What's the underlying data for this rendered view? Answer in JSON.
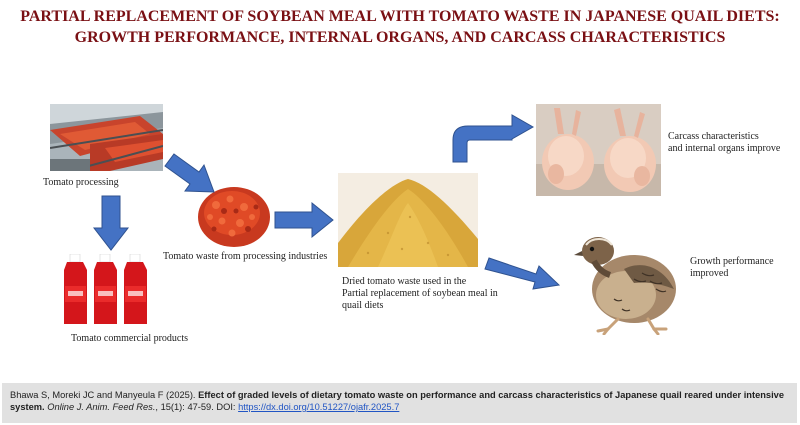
{
  "title": {
    "line1": "PARTIAL REPLACEMENT OF SOYBEAN MEAL WITH TOMATO WASTE IN JAPANESE QUAIL DIETS:",
    "line2": "GROWTH PERFORMANCE, INTERNAL ORGANS, AND CARCASS CHARACTERISTICS"
  },
  "labels": {
    "tomato_processing": "Tomato processing",
    "tomato_waste": "Tomato waste from processing industries",
    "commercial_products": "Tomato commercial products",
    "dried_line1": "Dried tomato waste used in the",
    "dried_line2": "Partial replacement of soybean meal in",
    "dried_line3": "quail diets",
    "carcass_line1": "Carcass characteristics",
    "carcass_line2": "and internal organs improve",
    "growth_line1": "Growth performance",
    "growth_line2": "improved"
  },
  "citation": {
    "authors": "Bhawa S, Moreki JC and Manyeula F (2025).",
    "title": "Effect of graded levels of dietary tomato waste on performance and carcass characteristics of Japanese quail reared under intensive system.",
    "journal": "Online J. Anim. Feed Res.",
    "volume": ", 15(1): 47-59. DOI:",
    "doi": "https://dx.doi.org/10.51227/ojafr.2025.7"
  },
  "colors": {
    "title": "#7a1014",
    "arrow_fill": "#4472c4",
    "arrow_stroke": "#2f528f",
    "footer_bg": "#e1e1e1",
    "link": "#2155c4"
  },
  "icons": {
    "processing": "conveyor-photo",
    "waste": "tomato-flakes-photo",
    "products": "ketchup-bottles-photo",
    "dried": "powder-heap-photo",
    "carcass": "plucked-quail-photo",
    "quail": "live-quail-photo"
  }
}
